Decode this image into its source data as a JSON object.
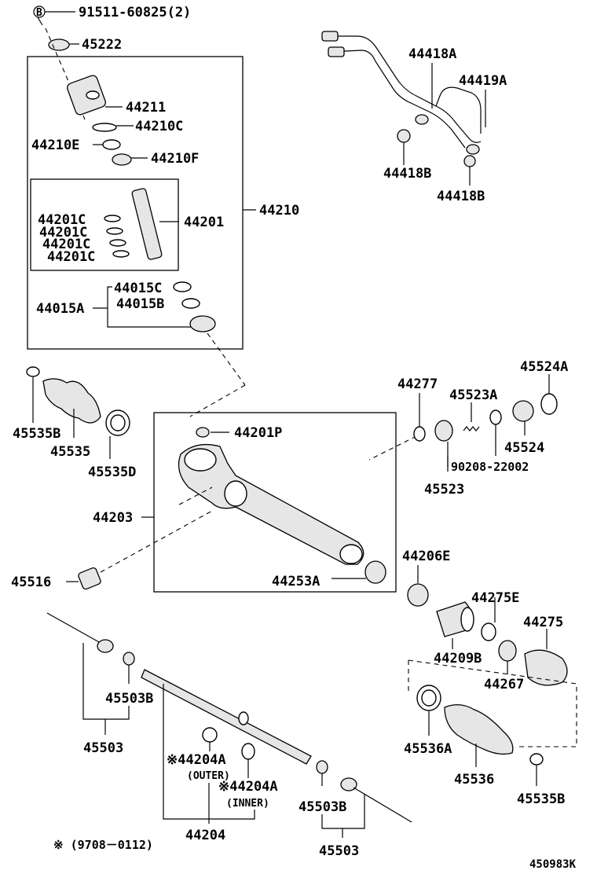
{
  "labels": {
    "bolt_marker": "B",
    "bolt": "91511-60825(2)",
    "p45222": "45222",
    "p44211": "44211",
    "p44210C": "44210C",
    "p44210E": "44210E",
    "p44210F": "44210F",
    "p44201": "44201",
    "p44210": "44210",
    "p44201C_1": "44201C",
    "p44201C_2": "44201C",
    "p44201C_3": "44201C",
    "p44201C_4": "44201C",
    "p44015C": "44015C",
    "p44015B": "44015B",
    "p44015A": "44015A",
    "p44418A": "44418A",
    "p44419A": "44419A",
    "p44418B_1": "44418B",
    "p44418B_2": "44418B",
    "p45535B_1": "45535B",
    "p45535": "45535",
    "p45535D": "45535D",
    "p44201P": "44201P",
    "p44277": "44277",
    "p45523A": "45523A",
    "p45524A": "45524A",
    "p45524": "45524",
    "p90208": "90208-22002",
    "p45523": "45523",
    "p44203": "44203",
    "p45516": "45516",
    "p44253A": "44253A",
    "p44206E": "44206E",
    "p44275E": "44275E",
    "p44275": "44275",
    "p44209B": "44209B",
    "p44267": "44267",
    "p45503B_1": "45503B",
    "p45503_1": "45503",
    "p44204A_outer": "※44204A",
    "outer_note": "(OUTER)",
    "p44204A_inner": "※44204A",
    "inner_note": "(INNER)",
    "p44204": "44204",
    "p45503B_2": "45503B",
    "p45503_2": "45503",
    "p45536A": "45536A",
    "p45536": "45536",
    "p45535B_2": "45535B",
    "footnote": "※ (9708－0112)",
    "diagram_id": "450983K"
  }
}
